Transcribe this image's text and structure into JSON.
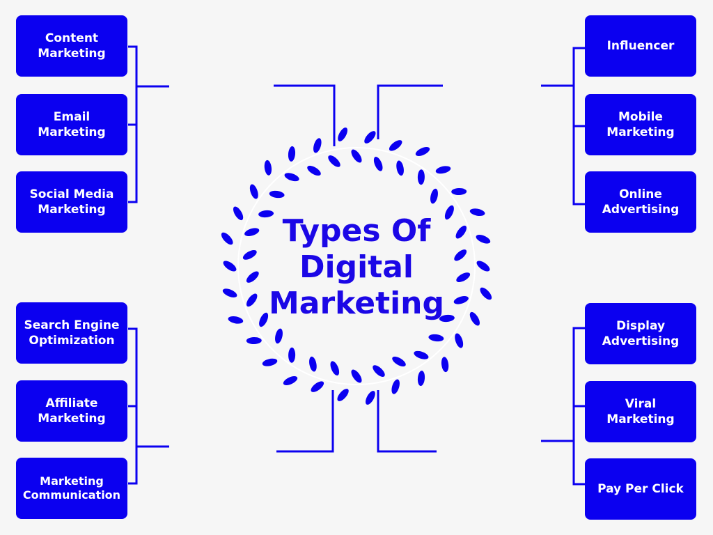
{
  "title": "Types Of\nDigital\nMarketing",
  "accent_color": "#0b00f0",
  "groups": {
    "top_left": [
      "Content\nMarketing",
      "Email\nMarketing",
      "Social Media\nMarketing"
    ],
    "bottom_left": [
      "Search Engine\nOptimization",
      "Affiliate\nMarketing",
      "Marketing\nCommunication"
    ],
    "top_right": [
      "Influencer",
      "Mobile\nMarketing",
      "Online\nAdvertising"
    ],
    "bottom_right": [
      "Display\nAdvertising",
      "Viral\nMarketing",
      "Pay Per Click"
    ]
  }
}
